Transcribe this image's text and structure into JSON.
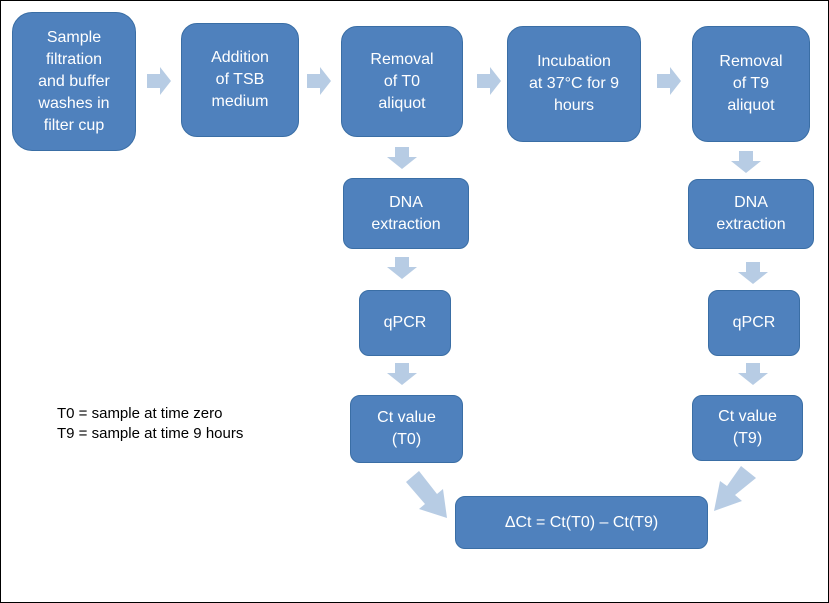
{
  "colors": {
    "box_fill": "#4f81bd",
    "box_text": "#ffffff",
    "arrow": "#b7cce4",
    "border": "#000000"
  },
  "boxes": {
    "filtration": "Sample\nfiltration\nand buffer\nwashes in\nfilter cup",
    "tsb": "Addition\nof TSB\nmedium",
    "t0": "Removal\nof T0\naliquot",
    "incubation": "Incubation\nat 37°C for 9\nhours",
    "t9": "Removal\nof T9\naliquot",
    "dna_left": "DNA\nextraction",
    "dna_right": "DNA\nextraction",
    "qpcr_left": "qPCR",
    "qpcr_right": "qPCR",
    "ct_left": "Ct value\n(T0)",
    "ct_right": "Ct value\n(T9)",
    "delta": "ΔCt = Ct(T0) – Ct(T9)"
  },
  "legend": {
    "line1": "T0 = sample at time zero",
    "line2": "T9 = sample at time 9 hours"
  }
}
